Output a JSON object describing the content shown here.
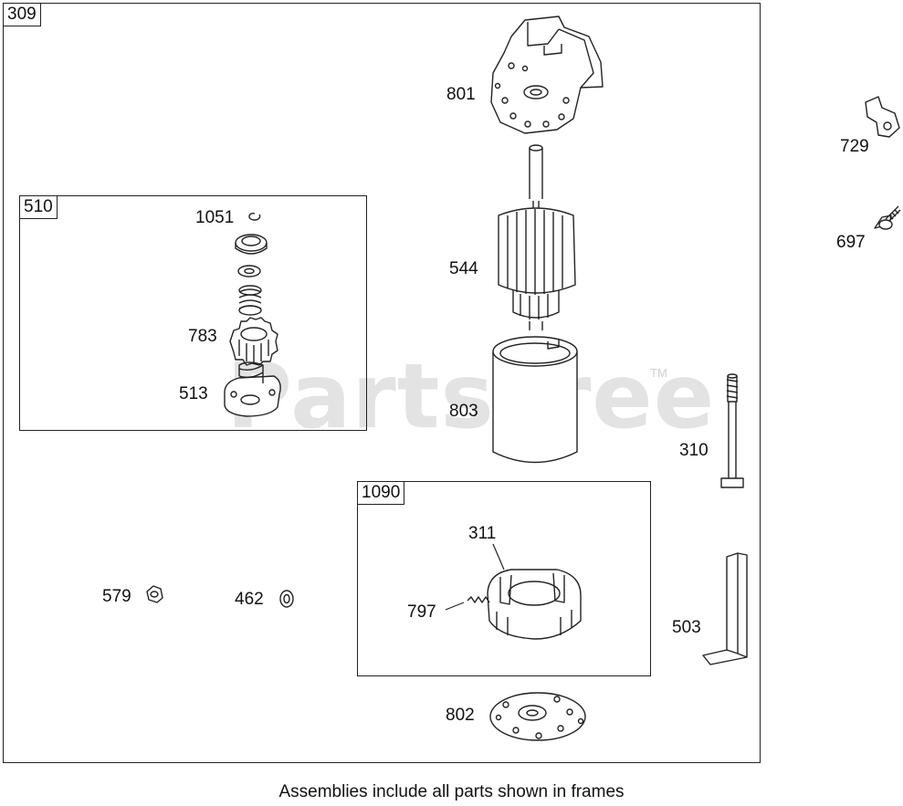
{
  "diagram": {
    "main_assembly_ref": "309",
    "sub_frames": [
      {
        "ref": "510"
      },
      {
        "ref": "1090"
      }
    ],
    "parts": [
      {
        "ref": "801",
        "icon": "mounting-bracket-icon"
      },
      {
        "ref": "729",
        "icon": "clip-icon"
      },
      {
        "ref": "697",
        "icon": "screw-icon"
      },
      {
        "ref": "1051",
        "icon": "retaining-ring-icon"
      },
      {
        "ref": "783",
        "icon": "pinion-gear-icon"
      },
      {
        "ref": "513",
        "icon": "drive-assembly-icon"
      },
      {
        "ref": "544",
        "icon": "armature-icon"
      },
      {
        "ref": "803",
        "icon": "housing-cylinder-icon"
      },
      {
        "ref": "310",
        "icon": "through-bolt-icon"
      },
      {
        "ref": "311",
        "icon": "brush-holder-icon"
      },
      {
        "ref": "797",
        "icon": "brush-spring-icon"
      },
      {
        "ref": "579",
        "icon": "nut-icon"
      },
      {
        "ref": "462",
        "icon": "washer-icon"
      },
      {
        "ref": "503",
        "icon": "bracket-strap-icon"
      },
      {
        "ref": "802",
        "icon": "end-cap-icon"
      }
    ],
    "watermark": "PartsTree",
    "watermark_mark": "TM",
    "caption": "Assemblies include all parts shown in frames"
  }
}
